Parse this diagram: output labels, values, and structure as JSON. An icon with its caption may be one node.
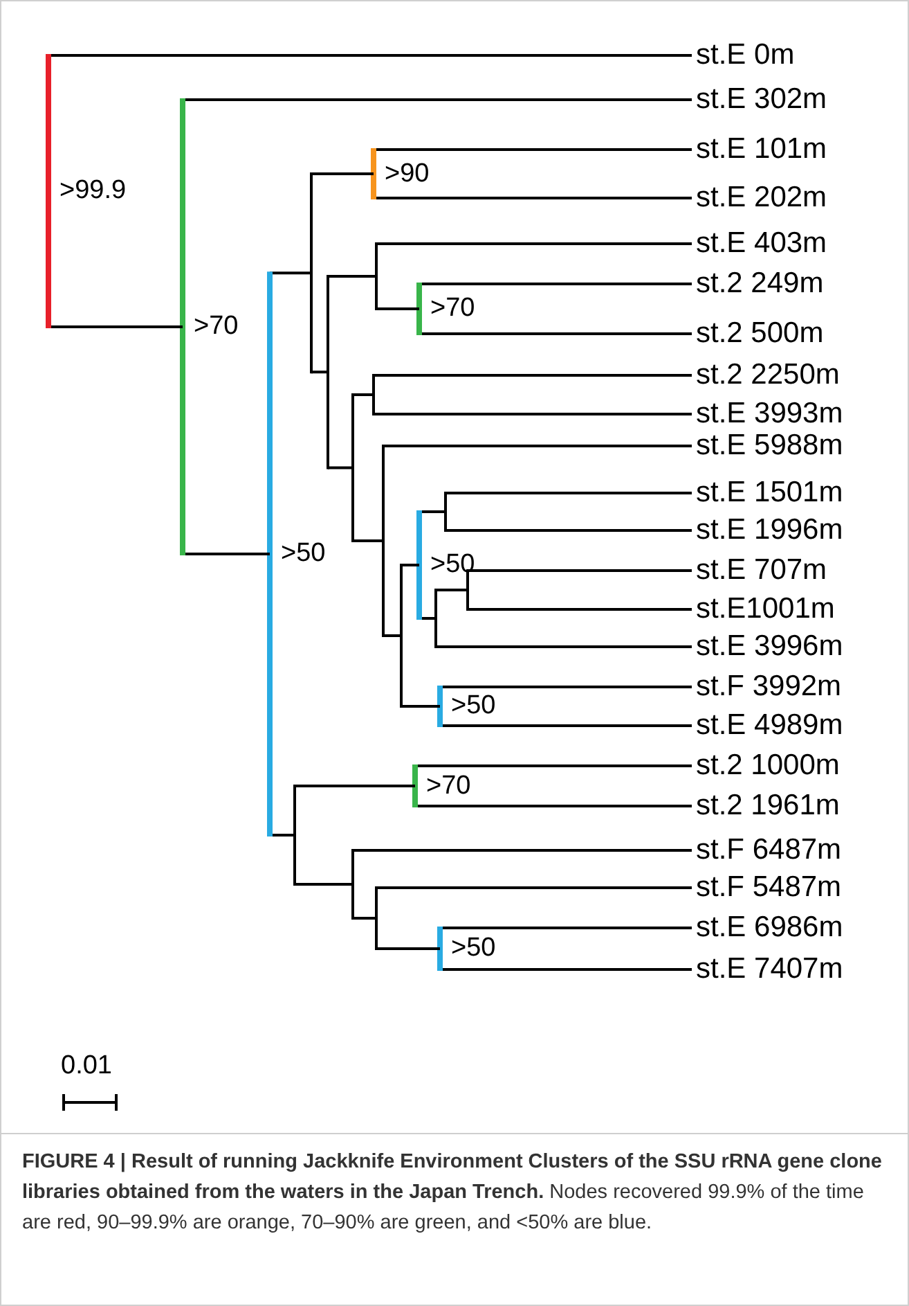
{
  "diagram": {
    "caption": "**FIGURE 4 | Result of running Jackknife Environment Clusters of the SSU rRNA gene clone libraries obtained from the waters in the Japan Trench.** Nodes recovered 99.9% of the time are red, 90–99.9% are orange, 70–90% are green, and <50% are blue.",
    "labels": [
      "st.E 0m",
      "st.E 302m",
      "st.E 101m",
      "st.E 202m",
      "st.E 403m",
      "st.2 249m",
      "st.2 500m",
      "st.2 2250m",
      "st.E 3993m",
      "st.E 5988m",
      "st.E 1501m",
      "st.E 1996m",
      "st.E 707m",
      "st.E1001m",
      "st.E 3996m",
      "st.F 3992m",
      "st.E 4989m",
      "st.2 1000m",
      "st.2 1961m",
      "st.F 6487m",
      "st.F 5487m",
      "st.E 6986m",
      "st.E 7407m",
      ">99.9",
      ">90",
      ">70",
      ">70",
      ">50",
      ">50",
      ">50",
      ">70",
      ">50",
      "0.01"
    ]
  }
}
